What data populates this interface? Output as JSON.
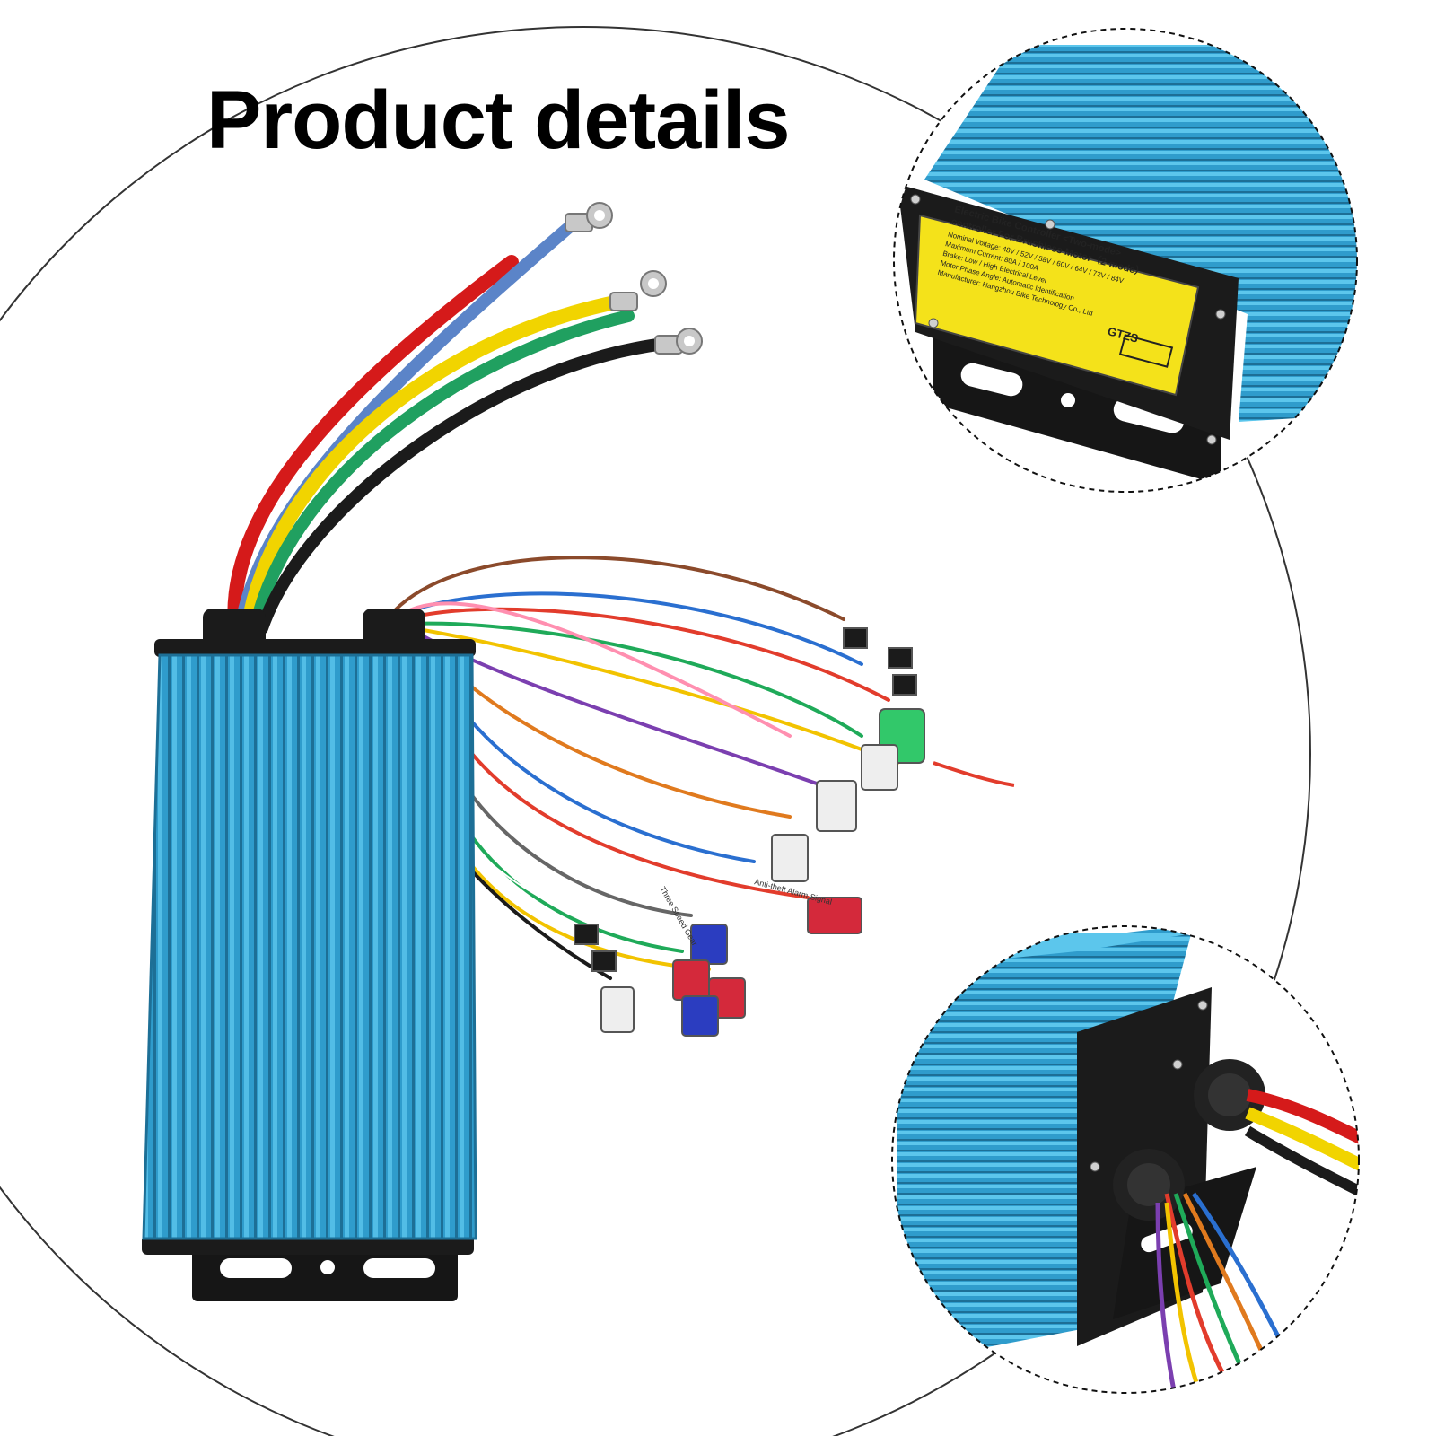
{
  "title": "Product details",
  "label": {
    "line1": "Electric Bike Controller <Two-mode>",
    "line2": "controller For Brushless Motor（2-mode）",
    "line3": "Nominal Voltage: 48V / 52V / 58V / 60V / 64V / 72V / 84V",
    "line4": "Maximum Current: 80A / 100A",
    "line5": "Brake: Low / High Electrical Level",
    "line6": "Motor Phase Angle: Automatic Identification",
    "line7": "Manufacturer: Hangzhou Bike Technology Co., Ltd",
    "brand": "GTZS"
  },
  "tags": {
    "alarm": "Anti-theft Alarm Signal",
    "speed": "Three Speed Gear"
  },
  "colors": {
    "housing": "#2f9ccc",
    "housing_dark": "#1d6f96",
    "housing_light": "#52bde6",
    "label_yellow": "#f4e21a",
    "endplate": "#1a1a1a"
  }
}
